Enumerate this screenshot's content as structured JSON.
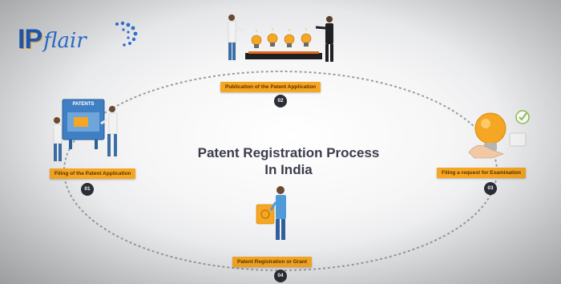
{
  "brand": {
    "ip": "IP",
    "flair": "flair"
  },
  "title": {
    "line1": "Patent Registration Process",
    "line2": "In India"
  },
  "steps": [
    {
      "number": "01",
      "label": "Filing of the Patent Application"
    },
    {
      "number": "02",
      "label": "Publication of the Patent Application"
    },
    {
      "number": "03",
      "label": "Filing a request for Examination"
    },
    {
      "number": "04",
      "label": "Patent Registration or Grant"
    }
  ],
  "illustration_text": {
    "patent_board": "PATENTS"
  },
  "colors": {
    "accent": "#f5a623",
    "brand_blue": "#1f5fbf",
    "title_text": "#3b3d4a",
    "badge": "#2b2e36"
  }
}
